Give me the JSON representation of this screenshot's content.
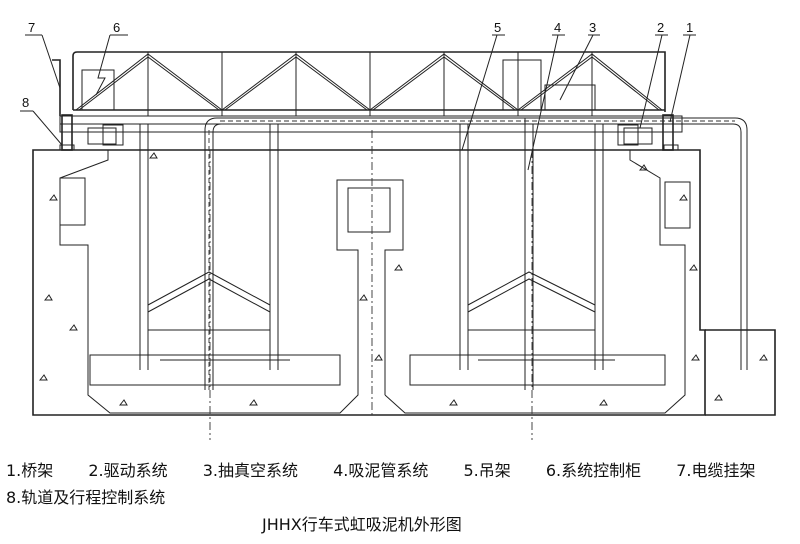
{
  "callouts": [
    "1",
    "2",
    "3",
    "4",
    "5",
    "6",
    "7",
    "8"
  ],
  "legend": [
    "1.桥架",
    "2.驱动系统",
    "3.抽真空系统",
    "4.吸泥管系统",
    "5.吊架",
    "6.系统控制柜",
    "7.电缆挂架",
    "8.轨道及行程控制系统"
  ],
  "title": "JHHX行车式虹吸泥机外形图"
}
